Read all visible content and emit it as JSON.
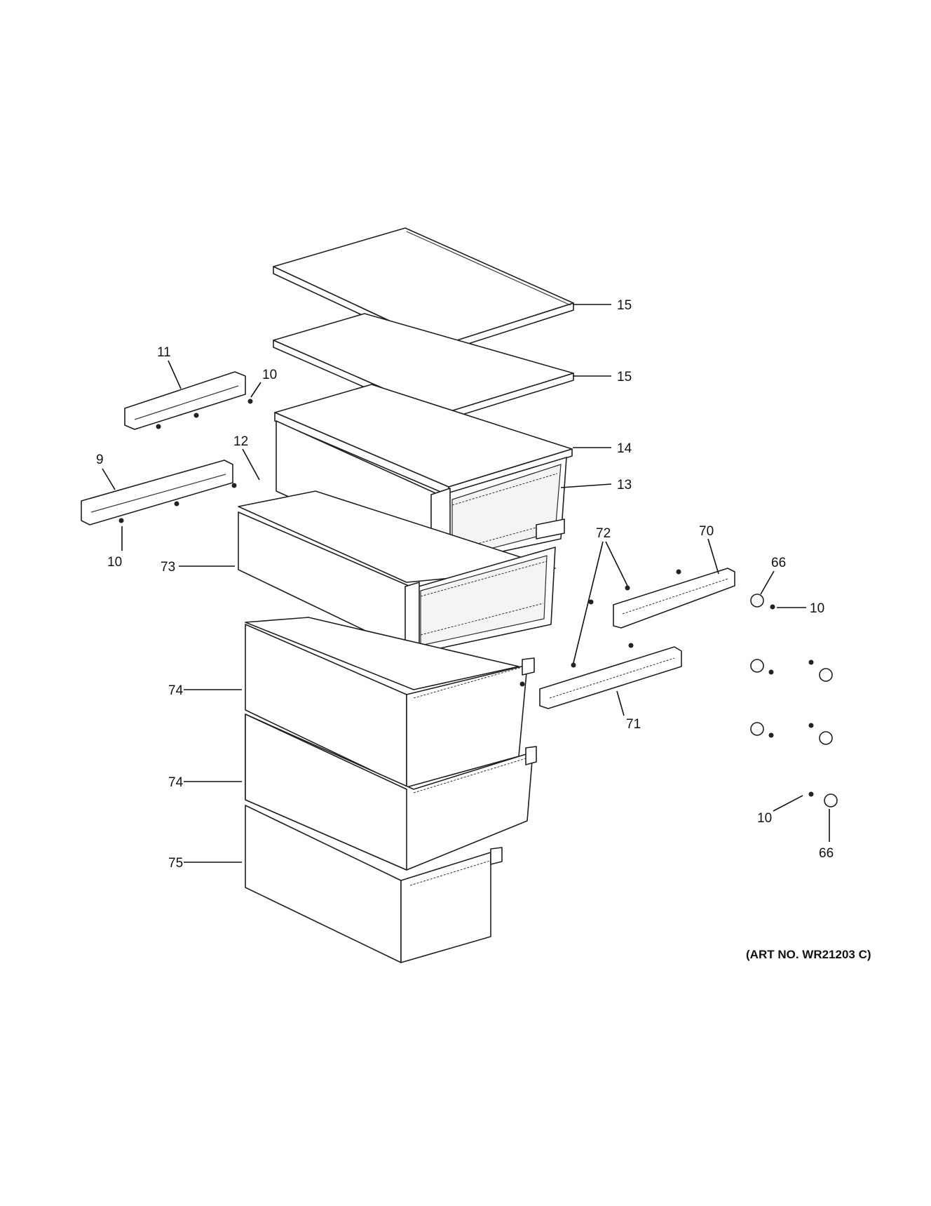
{
  "callouts": {
    "shelf_top": "15",
    "shelf_mid": "15",
    "shelf_cover": "14",
    "pan_upper": "13",
    "rail_left_upper": "11",
    "rail_left_lower": "9",
    "screw_upper": "10",
    "screw_lower": "10",
    "rail_support": "12",
    "drawer_upper": "73",
    "drawer_mid1": "74",
    "drawer_mid2": "74",
    "drawer_bottom": "75",
    "screws_72": "72",
    "rail_right_upper": "70",
    "rail_right_lower": "71",
    "roller_top": "66",
    "screw_right_top": "10",
    "screw_right_bottom": "10",
    "roller_bottom": "66"
  },
  "art_number": "(ART NO. WR21203 C)"
}
